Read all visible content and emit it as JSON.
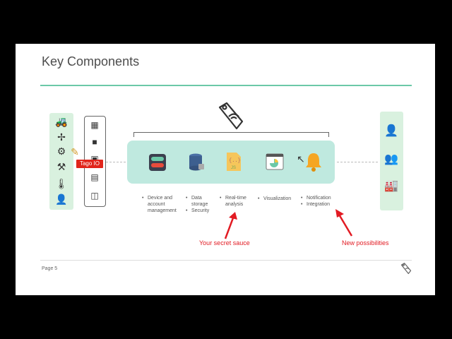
{
  "slide": {
    "title": "Key Components",
    "tago_label": "Tago IO",
    "features": [
      {
        "lines": [
          "Device and",
          "account",
          "management"
        ]
      },
      {
        "lines": [
          "Data",
          "storage"
        ],
        "lines2": [
          "Security"
        ]
      },
      {
        "lines": [
          "Real-time",
          "analysis"
        ]
      },
      {
        "lines": [
          "Visualization"
        ]
      },
      {
        "lines": [
          "Notification"
        ],
        "lines2": [
          "Integration"
        ]
      }
    ],
    "annotations": {
      "secret_sauce": "Your secret sauce",
      "new_possibilities": "New possibilities"
    },
    "page_number": "Page 5",
    "icons": {
      "devices": [
        "forklift-icon",
        "wind-turbine-icon",
        "tractor-icon",
        "robot-arm-icon",
        "thermometer-icon",
        "person-icon"
      ],
      "hardware": [
        "board-icon",
        "gps-tracker-icon",
        "module-icon",
        "gateway-icon",
        "sensor-icon"
      ],
      "cloud": [
        "dashboard-app-icon",
        "database-icon",
        "js-script-icon",
        "chart-window-icon",
        "bell-icon"
      ],
      "users": [
        "user-icon",
        "group-icon",
        "factory-icon"
      ]
    },
    "colors": {
      "accent": "#6cc9a8",
      "cloud": "#bfe9df",
      "side_panel": "#d9f1df",
      "red": "#e21b23",
      "tago_red": "#e1251b"
    }
  }
}
